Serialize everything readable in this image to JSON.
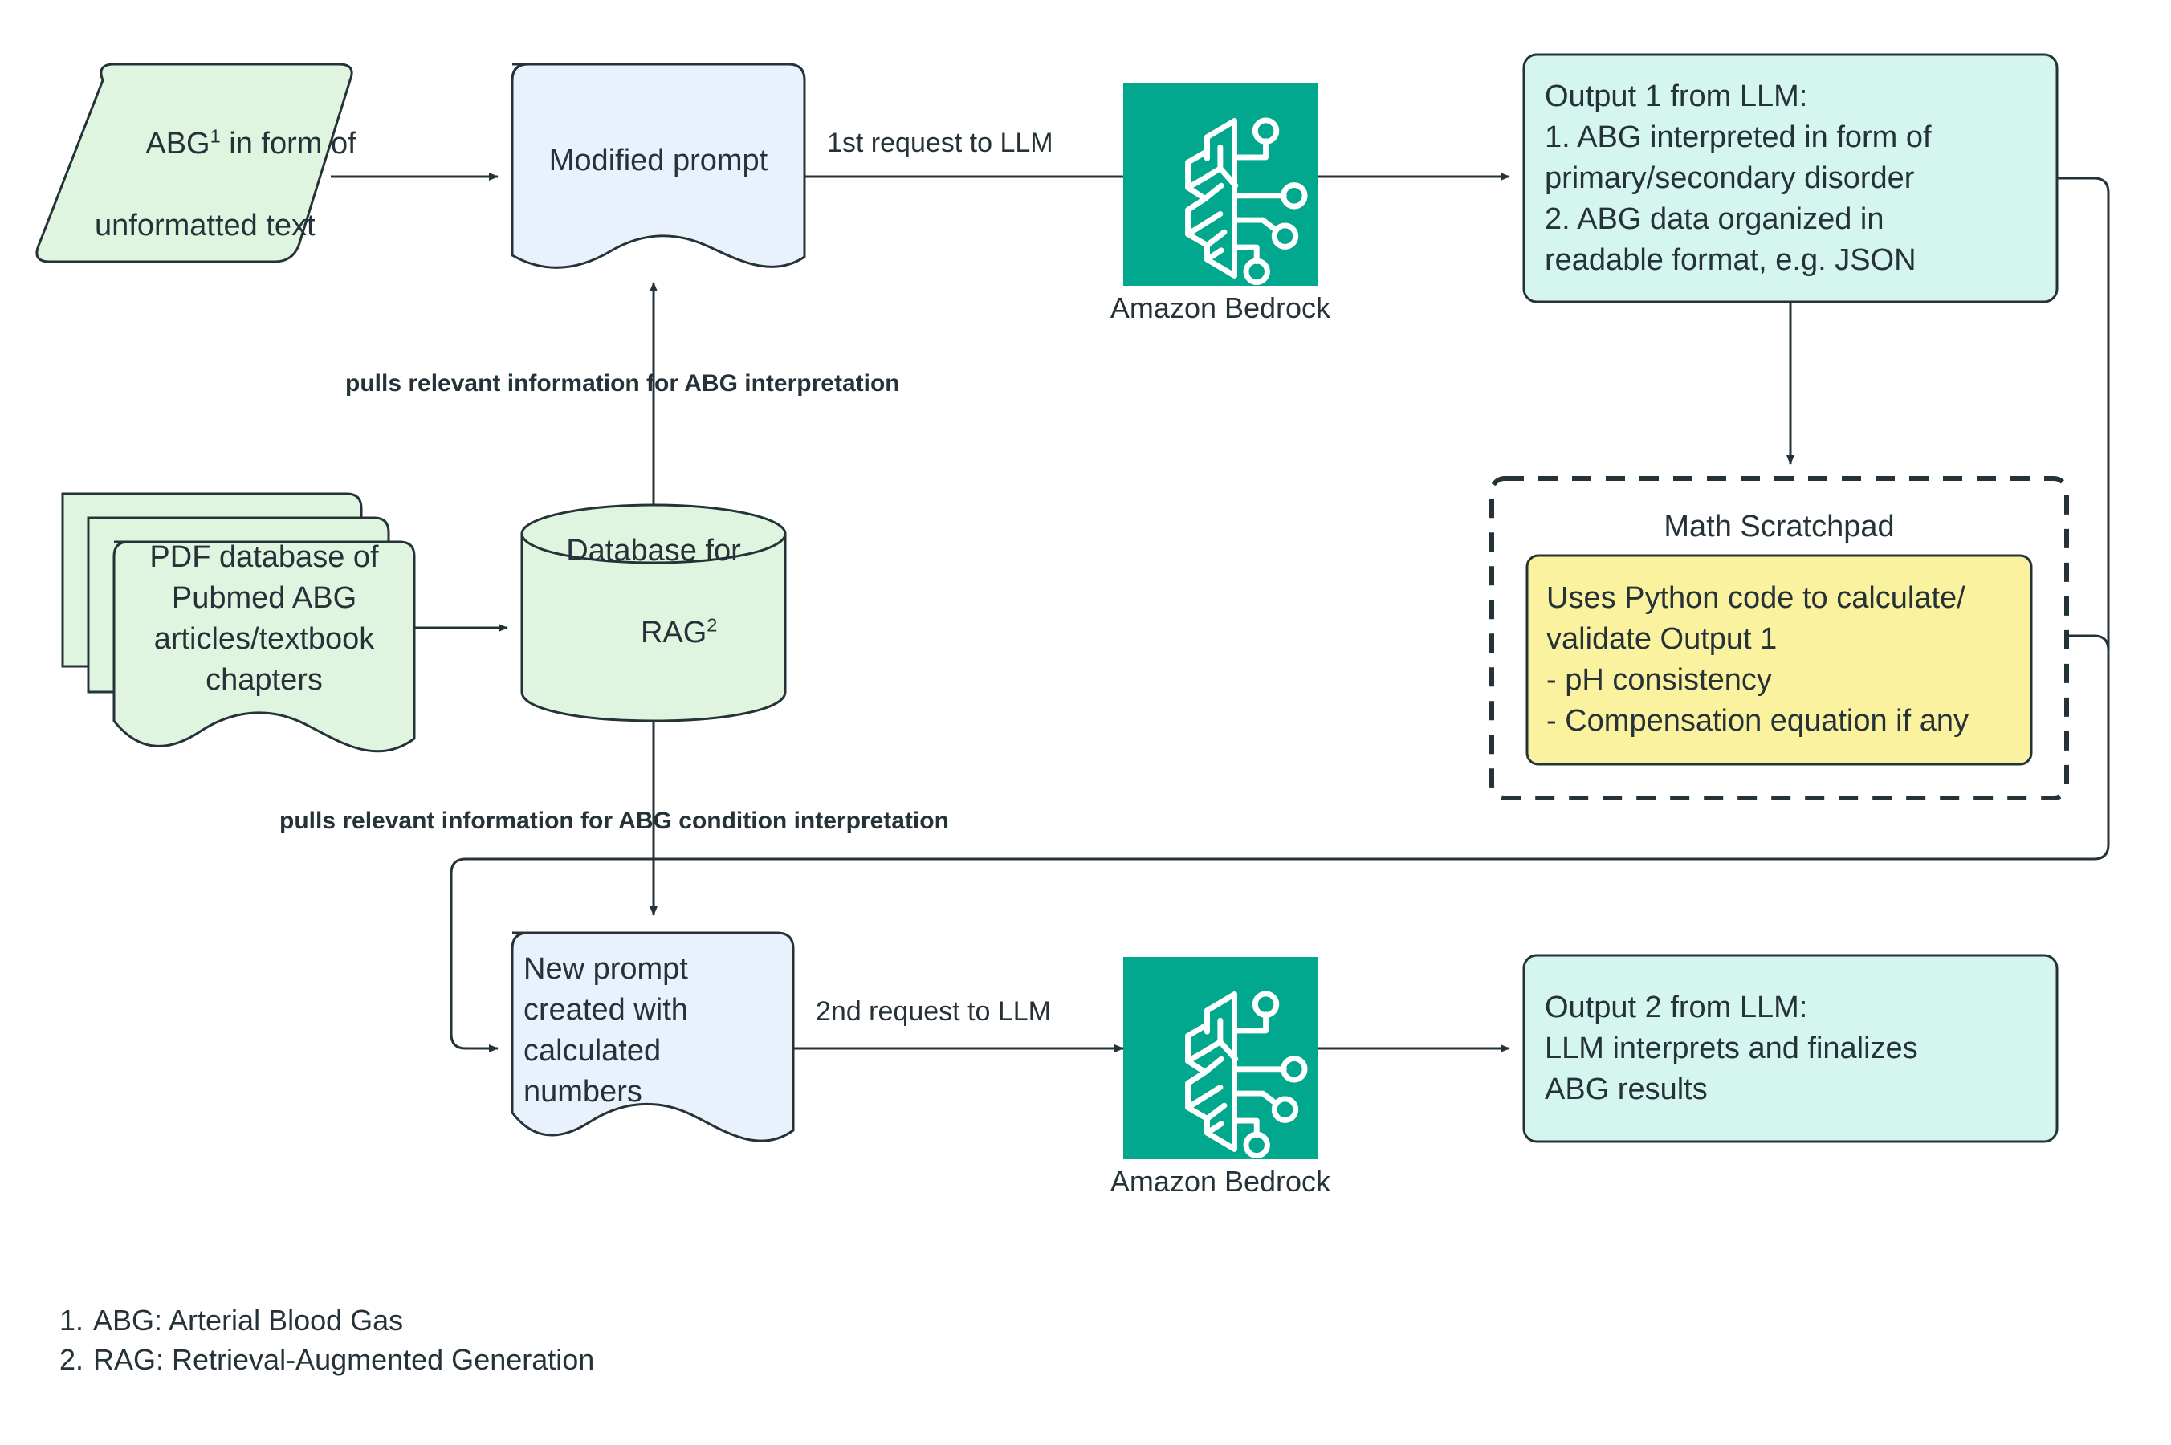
{
  "diagram": {
    "title": "ABG interpretation RAG pipeline with Amazon Bedrock",
    "colors": {
      "green_fill": "#e0f5e0",
      "blue_fill": "#e8f1fc",
      "teal_fill": "#d5f5ef",
      "yellow_fill": "#fbf2a0",
      "bedrock_green": "#01a88d",
      "stroke": "#253238",
      "text": "#253238"
    }
  },
  "nodes": {
    "abg_input": {
      "label": "ABG in form of\nunformatted text",
      "label_line1_pre": "ABG",
      "label_line1_sup": "1",
      "label_line1_post": " in form of",
      "label_line2": "unformatted text",
      "shape": "parallelogram",
      "fill": "#e0f5e0"
    },
    "modified_prompt": {
      "label": "Modified prompt",
      "shape": "document",
      "fill": "#e8f1fc"
    },
    "bedrock_top": {
      "caption": "Amazon Bedrock",
      "icon": "bedrock-brain-circuit-icon",
      "fill": "#01a88d"
    },
    "output1": {
      "lines": [
        "Output 1 from LLM:",
        "1. ABG interpreted in form of",
        "primary/secondary disorder",
        "2. ABG data organized in",
        "readable format, e.g. JSON"
      ],
      "shape": "rounded-rect",
      "fill": "#d5f5ef"
    },
    "math_scratchpad": {
      "title": "Math Scratchpad",
      "shape": "dashed-container",
      "inner": {
        "lines": [
          "Uses Python code to calculate/",
          "validate Output 1",
          "- pH consistency",
          "- Compensation equation if any"
        ],
        "shape": "rounded-rect",
        "fill": "#fbf2a0"
      }
    },
    "pdf_database": {
      "lines": [
        "PDF database of",
        "Pubmed ABG",
        "articles/textbook",
        "chapters"
      ],
      "shape": "multi-document",
      "fill": "#e0f5e0"
    },
    "rag_database": {
      "label_line1": "Database for",
      "label_line2_pre": "RAG",
      "label_line2_sup": "2",
      "shape": "cylinder",
      "fill": "#e0f5e0"
    },
    "new_prompt": {
      "lines": [
        "New prompt",
        "created with",
        "calculated",
        "numbers"
      ],
      "shape": "document",
      "fill": "#e8f1fc"
    },
    "bedrock_bottom": {
      "caption": "Amazon Bedrock",
      "icon": "bedrock-brain-circuit-icon",
      "fill": "#01a88d"
    },
    "output2": {
      "lines": [
        "Output 2 from LLM:",
        "LLM interprets and finalizes",
        "ABG results"
      ],
      "shape": "rounded-rect",
      "fill": "#d5f5ef"
    }
  },
  "edge_labels": {
    "first_request": "1st request to LLM",
    "second_request": "2nd request to LLM",
    "pulls_interpretation": "pulls relevant information for ABG interpretation",
    "pulls_condition": "pulls relevant information for ABG condition interpretation"
  },
  "footnotes": [
    {
      "num": "1.",
      "text": "ABG: Arterial Blood Gas"
    },
    {
      "num": "2.",
      "text": "RAG: Retrieval-Augmented Generation"
    }
  ]
}
